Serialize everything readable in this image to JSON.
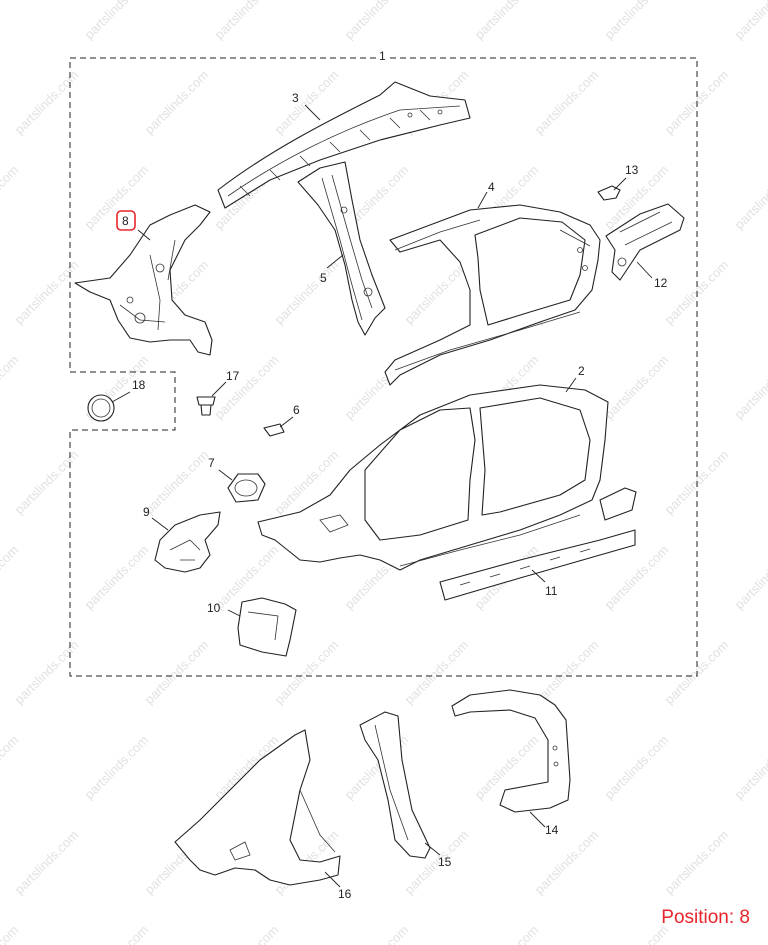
{
  "watermark": "partslinds.com",
  "position_label": "Position: 8",
  "highlight_color": "#e8252b",
  "callouts": {
    "c1": "1",
    "c2": "2",
    "c3": "3",
    "c4": "4",
    "c5": "5",
    "c6": "6",
    "c7": "7",
    "c8": "8",
    "c9": "9",
    "c10": "10",
    "c11": "11",
    "c12": "12",
    "c13": "13",
    "c14": "14",
    "c15": "15",
    "c16": "16",
    "c17": "17",
    "c18": "18"
  }
}
